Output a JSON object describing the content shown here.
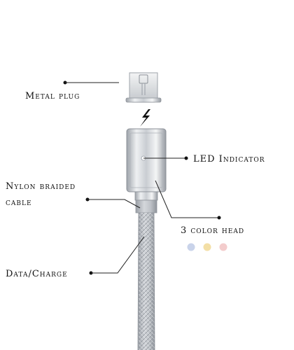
{
  "labels": {
    "metal_plug": "Metal plug",
    "led_indicator": "LED Indicator",
    "nylon_braided_line1": "Nylon braided",
    "nylon_braided_line2": "cable",
    "three_color_head": "3 color head",
    "data_charge": "Data/Charge"
  },
  "color_dots": [
    "#c9d3ea",
    "#f3dfa6",
    "#f3cccc"
  ],
  "colors": {
    "cable_silver": "#b7bcc3",
    "head_chrome": "#d9dde2",
    "leader_line": "#222222",
    "lightning": "#111111"
  },
  "icons": [
    "lightning-bolt-icon",
    "micro-usb-port-icon",
    "led-dot-icon"
  ]
}
